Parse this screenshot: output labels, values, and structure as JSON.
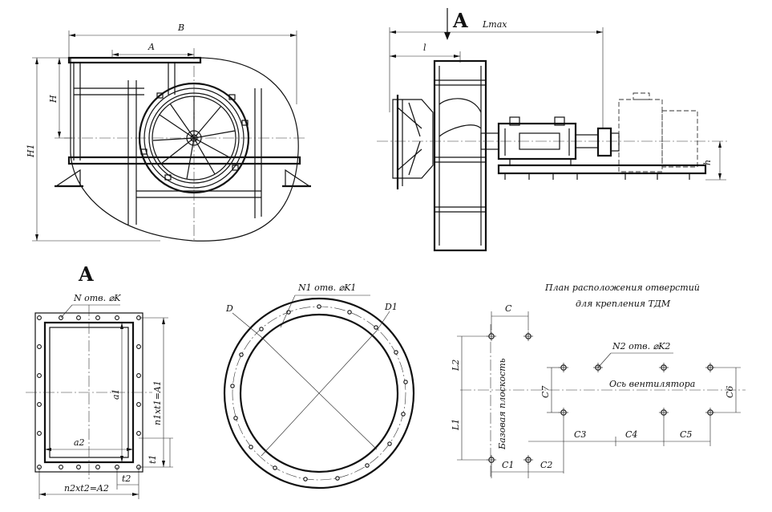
{
  "labels": {
    "B": "B",
    "A_top": "A",
    "H": "H",
    "H1": "H1",
    "view_A_top": "A",
    "Lmax": "Lmax",
    "l": "l",
    "h": "h",
    "view_A": "A",
    "N_holes": "N отв. ⌀K",
    "a1": "a1",
    "a2": "a2",
    "n1xt1": "n1xt1=A1",
    "t1": "t1",
    "t2": "t2",
    "n2xt2": "n2xt2=A2",
    "N1_holes": "N1 отв. ⌀K1",
    "D": "D",
    "D1": "D1",
    "plan_title_1": "План расположения отверстий",
    "plan_title_2": "для крепления ТДМ",
    "C": "C",
    "L2": "L2",
    "L1": "L1",
    "base_plane": "Базовая плоскость",
    "N2_holes": "N2 отв. ⌀K2",
    "fan_axis": "Ось вентилятора",
    "C1": "C1",
    "C2": "C2",
    "C3": "C3",
    "C4": "C4",
    "C5": "C5",
    "C6": "C6",
    "C7": "C7"
  }
}
